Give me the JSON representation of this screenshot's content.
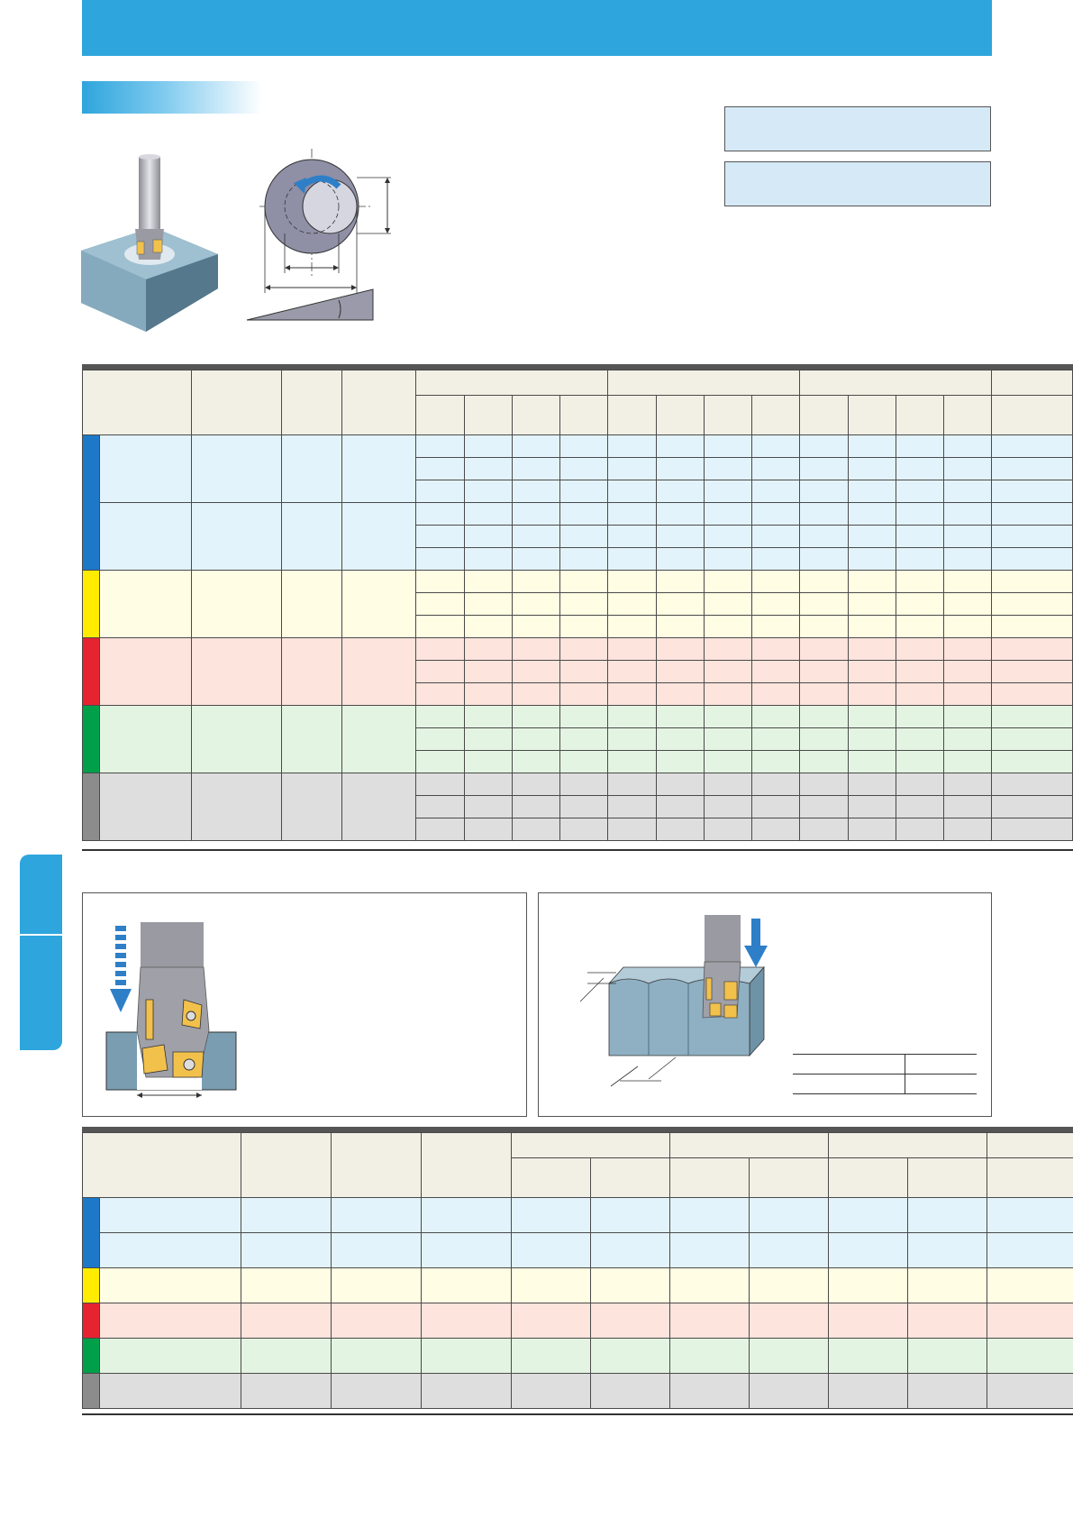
{
  "colors": {
    "accent": "#2ea5dc",
    "header_bg": "#f2efe5",
    "group_strips": [
      "#1e78c8",
      "#ffec00",
      "#e62330",
      "#00a04a",
      "#8c8c8c"
    ],
    "group_fills": [
      "#e3f3fb",
      "#fffde3",
      "#fde4dc",
      "#e4f4e2",
      "#dedede"
    ]
  },
  "icons": [
    "endmill-pocket-illustration",
    "helical-interpolation-diagram",
    "ramp-angle-wedge",
    "plunge-arrow-icon",
    "slotting-cutter-illustration",
    "feed-arrow-icon",
    "corner-pocket-illustration"
  ]
}
